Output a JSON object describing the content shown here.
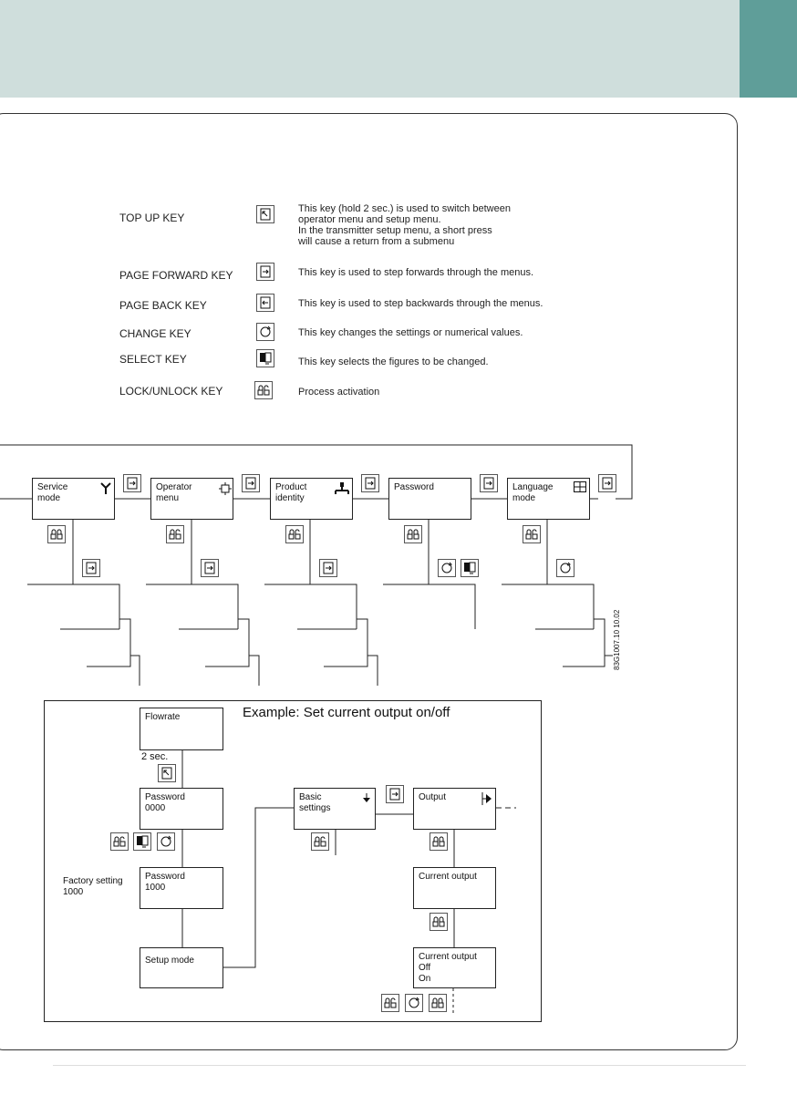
{
  "keys": [
    {
      "name": "TOP  UP KEY",
      "icon": "top-up-icon",
      "desc": [
        "This key (hold 2 sec.) is used to switch between",
        "operator menu and setup menu.",
        "In the transmitter setup menu, a short press",
        "will cause a return from a submenu"
      ]
    },
    {
      "name": "PAGE FORWARD KEY",
      "icon": "page-forward-icon",
      "desc": [
        "This key is used to step forwards through the menus."
      ]
    },
    {
      "name": "PAGE BACK KEY",
      "icon": "page-back-icon",
      "desc": [
        "This key is used to step backwards through the menus."
      ]
    },
    {
      "name": "CHANGE KEY",
      "icon": "change-icon",
      "desc": [
        "This key changes the settings or numerical values."
      ]
    },
    {
      "name": "SELECT KEY",
      "icon": "select-icon",
      "desc": [
        "This key selects the figures to be changed."
      ]
    },
    {
      "name": "LOCK/UNLOCK KEY",
      "icon": "lock-unlock-icon",
      "desc": [
        "Process activation"
      ]
    }
  ],
  "menus": [
    {
      "line1": "Service",
      "line2": "mode",
      "icon": "antenna-icon"
    },
    {
      "line1": "Operator",
      "line2": "menu",
      "icon": "crosshair-icon"
    },
    {
      "line1": "Product",
      "line2": "identity",
      "icon": "product-tree-icon"
    },
    {
      "line1": "Password",
      "line2": "",
      "icon": ""
    },
    {
      "line1": "Language",
      "line2": "mode",
      "icon": "grid-icon"
    }
  ],
  "figure_code": "83G1007.10  10.02",
  "example": {
    "title": "Example: Set current output on/off",
    "hold_label": "2 sec.",
    "factory_label": [
      "Factory setting",
      "1000"
    ],
    "boxes": {
      "flowrate": [
        "Flowrate"
      ],
      "password1": [
        "Password",
        "0000"
      ],
      "password2": [
        "Password",
        "1000"
      ],
      "setup": [
        "Setup mode"
      ],
      "basic": [
        "Basic",
        "settings"
      ],
      "output": [
        "Output"
      ],
      "current": [
        "Current output"
      ],
      "current_onoff": [
        "Current output",
        "Off",
        "On"
      ]
    }
  }
}
